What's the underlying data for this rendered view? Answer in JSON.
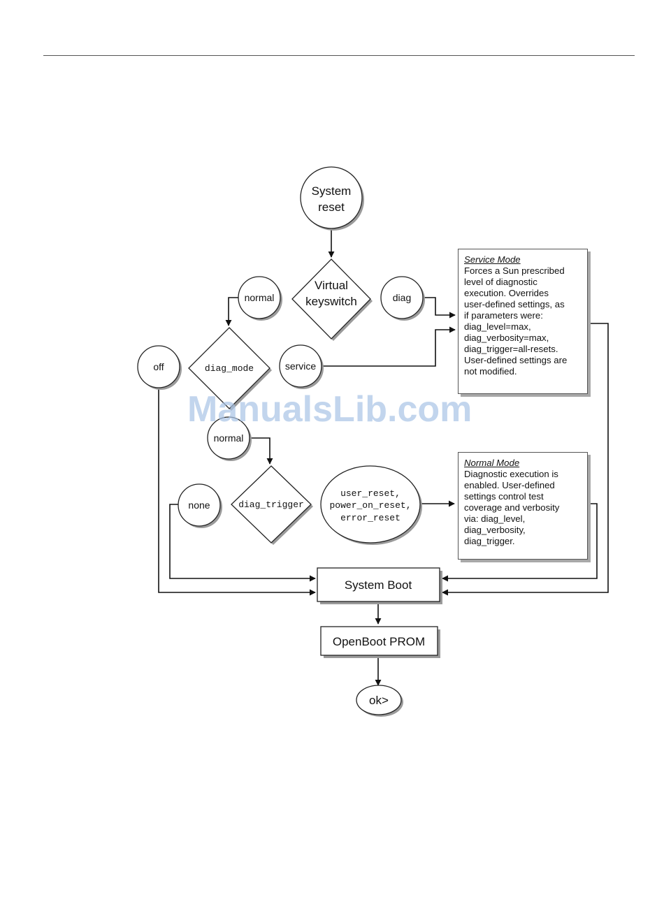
{
  "nodes": {
    "system_reset": [
      "System",
      "reset"
    ],
    "virtual_keyswitch": [
      "Virtual",
      "keyswitch"
    ],
    "keyswitch_normal": "normal",
    "keyswitch_diag": "diag",
    "diag_mode": "diag_mode",
    "mode_off": "off",
    "mode_service": "service",
    "mode_normal": "normal",
    "diag_trigger": "diag_trigger",
    "trigger_none": "none",
    "trigger_values": [
      "user_reset,",
      "power_on_reset,",
      "error_reset"
    ],
    "system_boot": "System Boot",
    "openboot_prom": "OpenBoot PROM",
    "ok_prompt": "ok>"
  },
  "notes": {
    "service_mode": {
      "title": "Service Mode",
      "lines": [
        "Forces a Sun prescribed",
        "level of diagnostic",
        "execution.  Overrides",
        "user-defined settings, as",
        "if parameters were:",
        "diag_level=max,",
        "diag_verbosity=max,",
        "diag_trigger=all-resets.",
        "User-defined settings are",
        "not modified."
      ]
    },
    "normal_mode": {
      "title": "Normal Mode",
      "lines": [
        "Diagnostic execution is",
        "enabled.  User-defined",
        "settings control test",
        "coverage and verbosity",
        "via: diag_level,",
        "diag_verbosity,",
        "diag_trigger."
      ]
    }
  },
  "watermark": "ManualsLib.com"
}
